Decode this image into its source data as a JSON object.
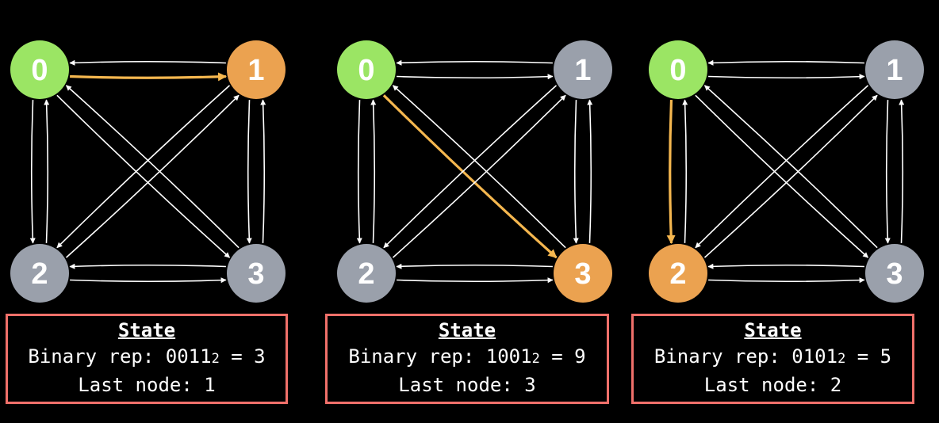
{
  "colors": {
    "background": "#000000",
    "start_node": "#9be564",
    "last_node": "#eba250",
    "inactive_node": "#9aa0ab",
    "edge": "#ffffff",
    "highlight_edge": "#f5b74f",
    "state_border": "#f0706a"
  },
  "graphs": [
    {
      "nodes": [
        {
          "label": "0",
          "role": "start"
        },
        {
          "label": "1",
          "role": "last"
        },
        {
          "label": "2",
          "role": "inactive"
        },
        {
          "label": "3",
          "role": "inactive"
        }
      ],
      "highlight": {
        "from": "0",
        "to": "1"
      },
      "state": {
        "title": "State",
        "binary_prefix": "Binary rep: ",
        "binary": "0011",
        "base": "2",
        "equals": " = 3",
        "last_node": "Last node: 1"
      }
    },
    {
      "nodes": [
        {
          "label": "0",
          "role": "start"
        },
        {
          "label": "1",
          "role": "inactive"
        },
        {
          "label": "2",
          "role": "inactive"
        },
        {
          "label": "3",
          "role": "last"
        }
      ],
      "highlight": {
        "from": "0",
        "to": "3"
      },
      "state": {
        "title": "State",
        "binary_prefix": "Binary rep: ",
        "binary": "1001",
        "base": "2",
        "equals": " = 9",
        "last_node": "Last node: 3"
      }
    },
    {
      "nodes": [
        {
          "label": "0",
          "role": "start"
        },
        {
          "label": "1",
          "role": "inactive"
        },
        {
          "label": "2",
          "role": "last"
        },
        {
          "label": "3",
          "role": "inactive"
        }
      ],
      "highlight": {
        "from": "0",
        "to": "2"
      },
      "state": {
        "title": "State",
        "binary_prefix": "Binary rep: ",
        "binary": "0101",
        "base": "2",
        "equals": " = 5",
        "last_node": "Last node: 2"
      }
    }
  ]
}
